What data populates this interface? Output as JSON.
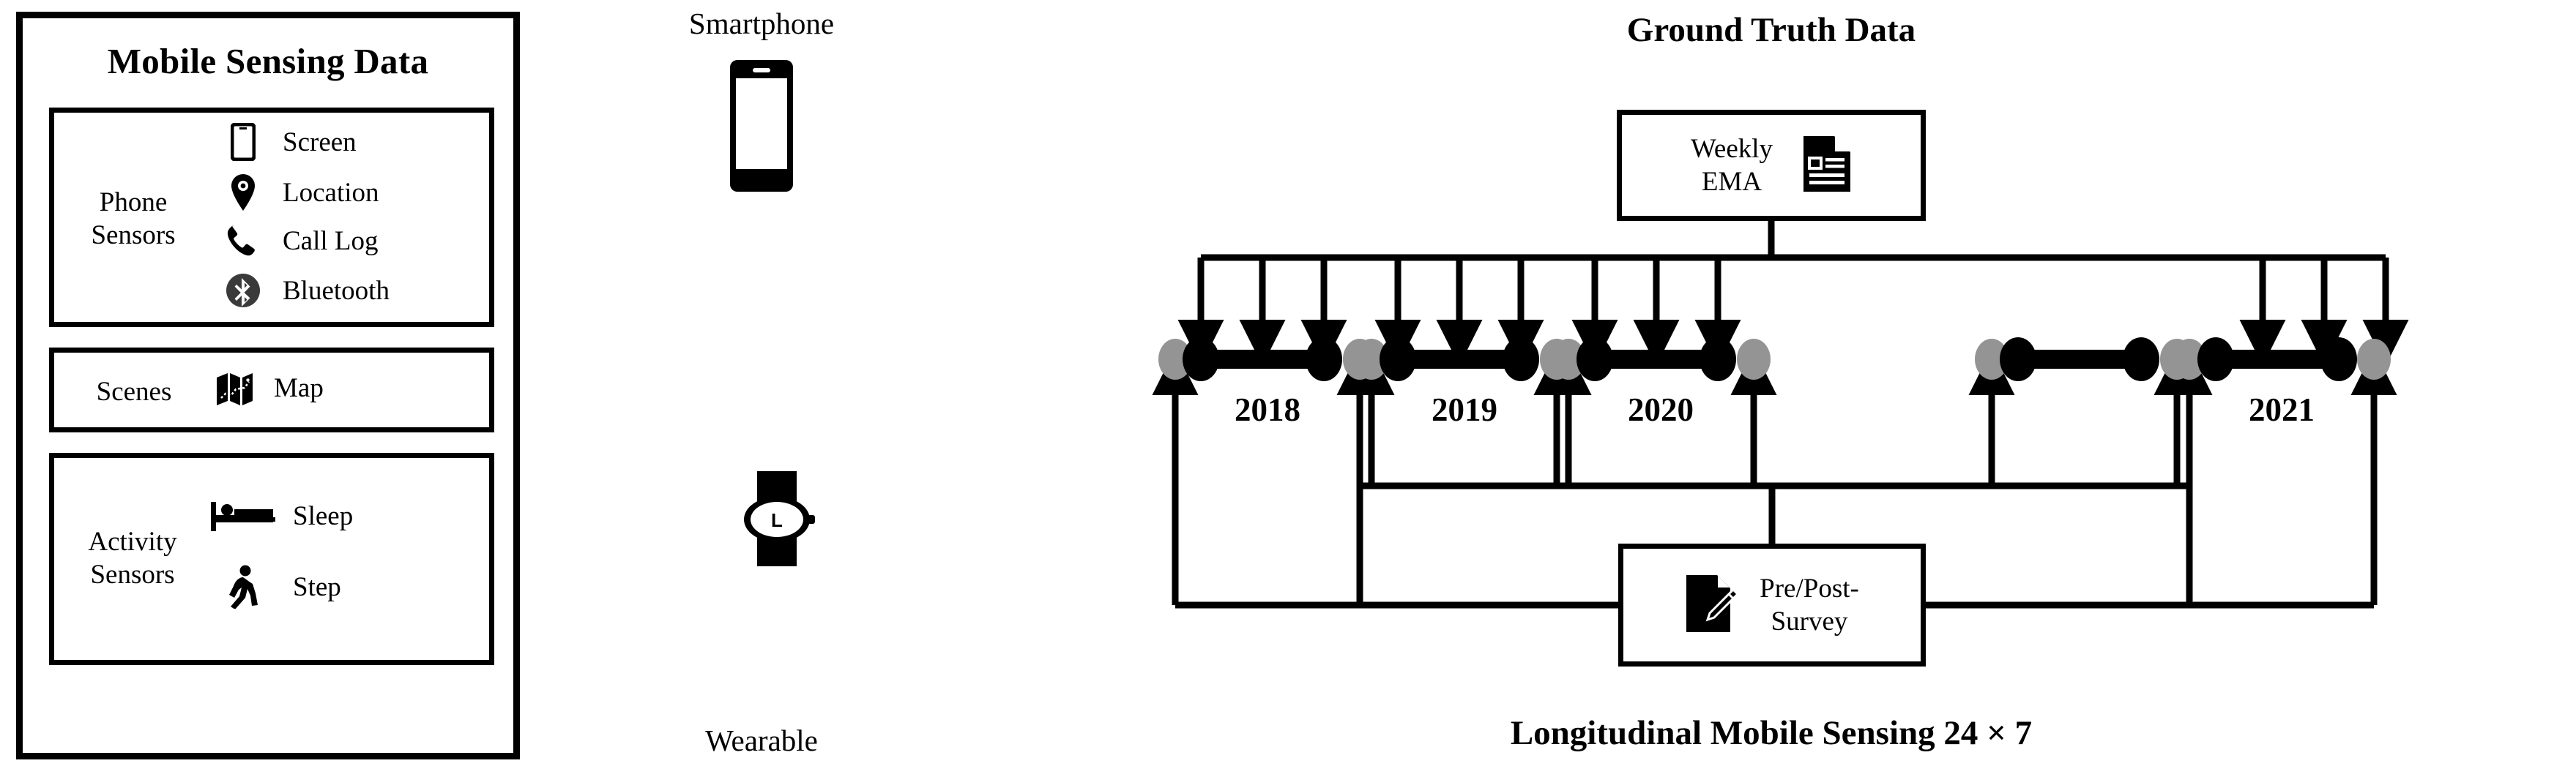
{
  "figure": {
    "caption": "Longitudinal Mobile Sensing 24 × 7"
  },
  "left_panel": {
    "title": "Mobile Sensing Data",
    "groups": [
      {
        "label": "Phone\nSensors",
        "label_line1": "Phone",
        "label_line2": "Sensors",
        "items": [
          {
            "icon": "smartphone-screen-icon",
            "label": "Screen"
          },
          {
            "icon": "location-pin-icon",
            "label": "Location"
          },
          {
            "icon": "phone-call-icon",
            "label": "Call Log"
          },
          {
            "icon": "bluetooth-icon",
            "label": "Bluetooth"
          }
        ]
      },
      {
        "label_line1": "Scenes",
        "label_line2": "",
        "items": [
          {
            "icon": "map-icon",
            "label": "Map"
          }
        ]
      },
      {
        "label_line1": "Activity",
        "label_line2": "Sensors",
        "items": [
          {
            "icon": "bed-sleep-icon",
            "label": "Sleep"
          },
          {
            "icon": "walking-step-icon",
            "label": "Step"
          }
        ]
      }
    ]
  },
  "devices": {
    "smartphone_label": "Smartphone",
    "wearable_label": "Wearable",
    "watch_face_glyph": "L"
  },
  "timeline": {
    "title": "Ground Truth Data",
    "ema": {
      "line1": "Weekly",
      "line2": "EMA",
      "icon": "document-lines-icon"
    },
    "survey": {
      "line1": "Pre/Post-",
      "line2": "Survey",
      "icon": "document-pencil-icon"
    },
    "years": [
      "2018",
      "2019",
      "2020",
      "2021"
    ]
  },
  "chart_data": {
    "type": "timeline",
    "title": "Ground Truth Data",
    "caption": "Longitudinal Mobile Sensing 24 × 7",
    "years": [
      "2018",
      "2019",
      "2020",
      "2021"
    ],
    "segment_structure": {
      "start_marker": "gray-circle",
      "first_node": "black-circle",
      "middle": "three-small-dots",
      "last_node": "black-circle",
      "end_marker": "gray-circle"
    },
    "down_arrows_per_year": 3,
    "down_arrow_source": "Weekly EMA",
    "up_arrows_per_year": 2,
    "up_arrow_source": "Pre/Post-Survey",
    "colors": {
      "gray_marker": "#949494",
      "black_marker": "#000000",
      "stroke": "#000000",
      "background": "#ffffff"
    },
    "notes": "Four yearly segments (2018-2021). Weekly EMA box feeds downward arrows onto each segment's sampling points; Pre/Post-Survey box feeds upward arrows onto each segment's gray boundary markers."
  }
}
